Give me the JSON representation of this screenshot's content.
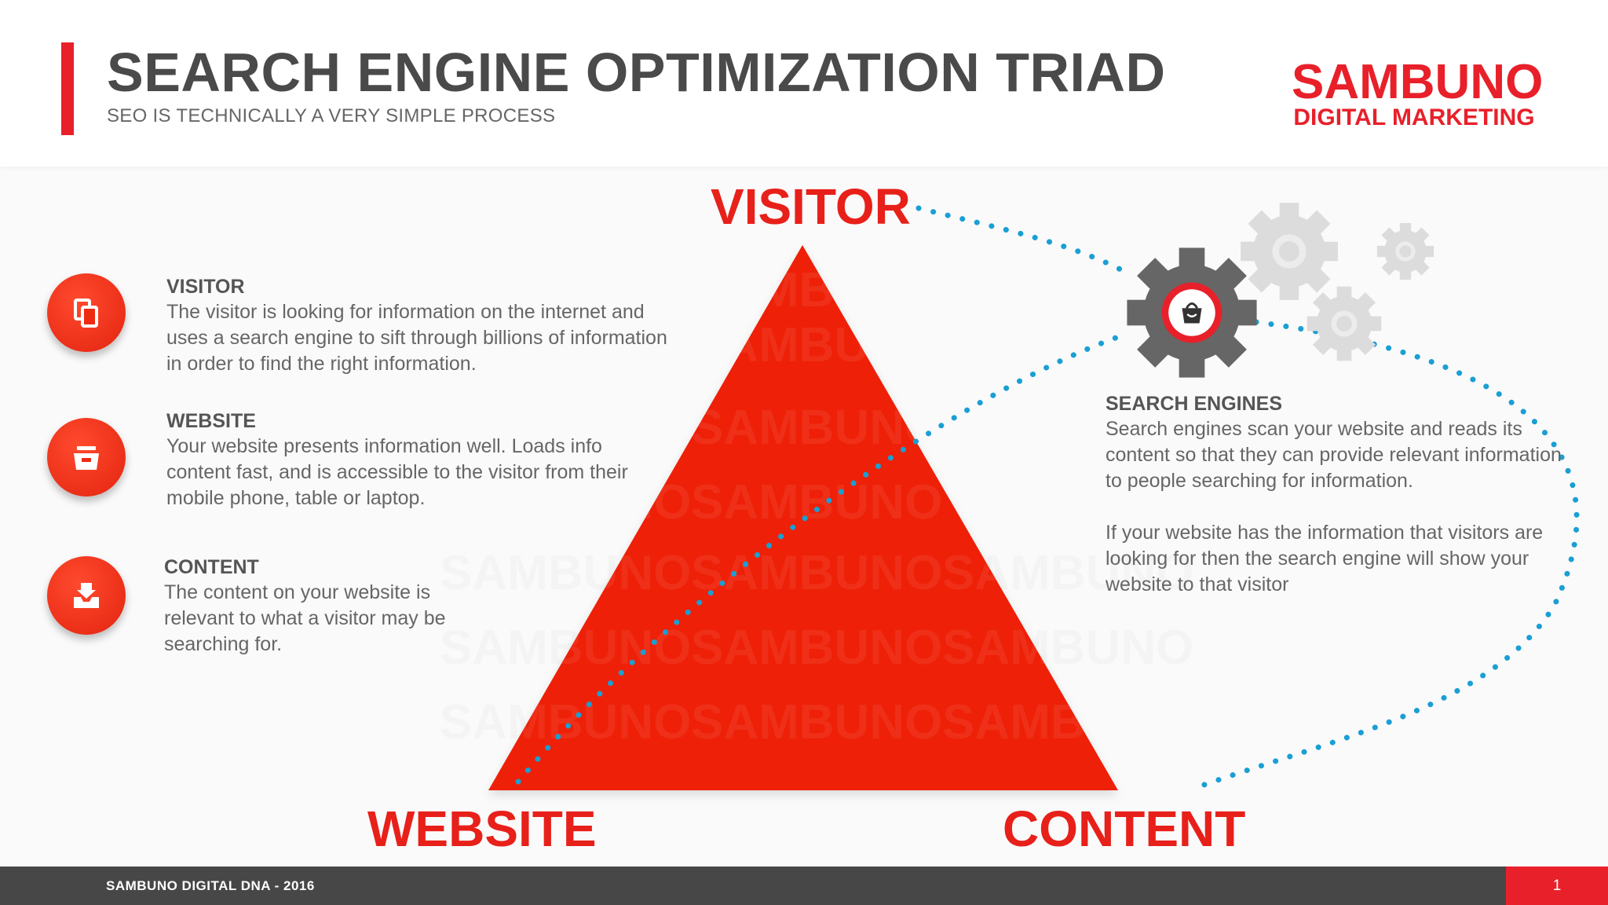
{
  "header": {
    "title": "SEARCH ENGINE OPTIMIZATION TRIAD",
    "subtitle": "SEO IS TECHNICALLY A VERY SIMPLE PROCESS",
    "logo_name": "SAMBUNO",
    "logo_tagline": "DIGITAL MARKETING"
  },
  "items": [
    {
      "title": "VISITOR",
      "description": "The visitor is looking for information on the internet and uses a search engine to sift through billions of information in order to find the right information.",
      "icon": "devices-icon"
    },
    {
      "title": "WEBSITE",
      "description": "Your website presents information well. Loads info content fast, and is accessible to the visitor from their mobile phone, table or laptop.",
      "icon": "archive-box-icon"
    },
    {
      "title": "CONTENT",
      "description": "The content on your website is relevant to what a visitor may be searching for.",
      "icon": "download-tray-icon"
    }
  ],
  "triad": {
    "top_label": "VISITOR",
    "bottom_left_label": "WEBSITE",
    "bottom_right_label": "CONTENT",
    "watermark_text": "SAMBUNO",
    "triangle_color": "#ee2007",
    "dotted_line_color": "#1a9fd4"
  },
  "search_engines": {
    "title": "SEARCH ENGINES",
    "description_1": "Search engines scan your website and reads its content so that they can provide relevant information to people searching for information.",
    "description_2": "If your website has the information that visitors are looking for then the search engine will show your website to that visitor",
    "icon": "gear-icon"
  },
  "footer": {
    "text": "SAMBUNO DIGITAL DNA - 2016",
    "page_number": "1"
  },
  "colors": {
    "accent": "#e8202a",
    "dark_text": "#4a4a4a",
    "footer_bg": "#474747",
    "gear_dark": "#666666",
    "gear_light": "#d9d9d9"
  }
}
